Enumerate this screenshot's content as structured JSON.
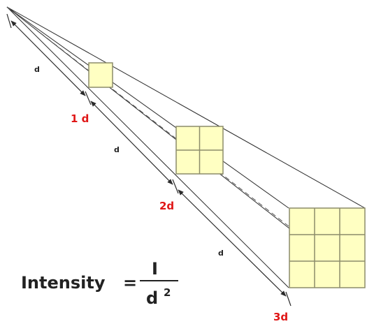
{
  "colors": {
    "square_fill": "#ffffc2",
    "square_stroke": "#8c8c6a",
    "line": "#2b2b2b",
    "label_red": "#e01616"
  },
  "distance_labels": [
    "d",
    "d",
    "d"
  ],
  "markers": [
    "1 d",
    "2d",
    "3d"
  ],
  "squares": [
    {
      "grid": 1
    },
    {
      "grid": 2
    },
    {
      "grid": 3
    }
  ],
  "formula": {
    "left": "Intensity",
    "equals": "=",
    "numerator": "I",
    "denominator_base": "d",
    "denominator_exponent": "2"
  }
}
